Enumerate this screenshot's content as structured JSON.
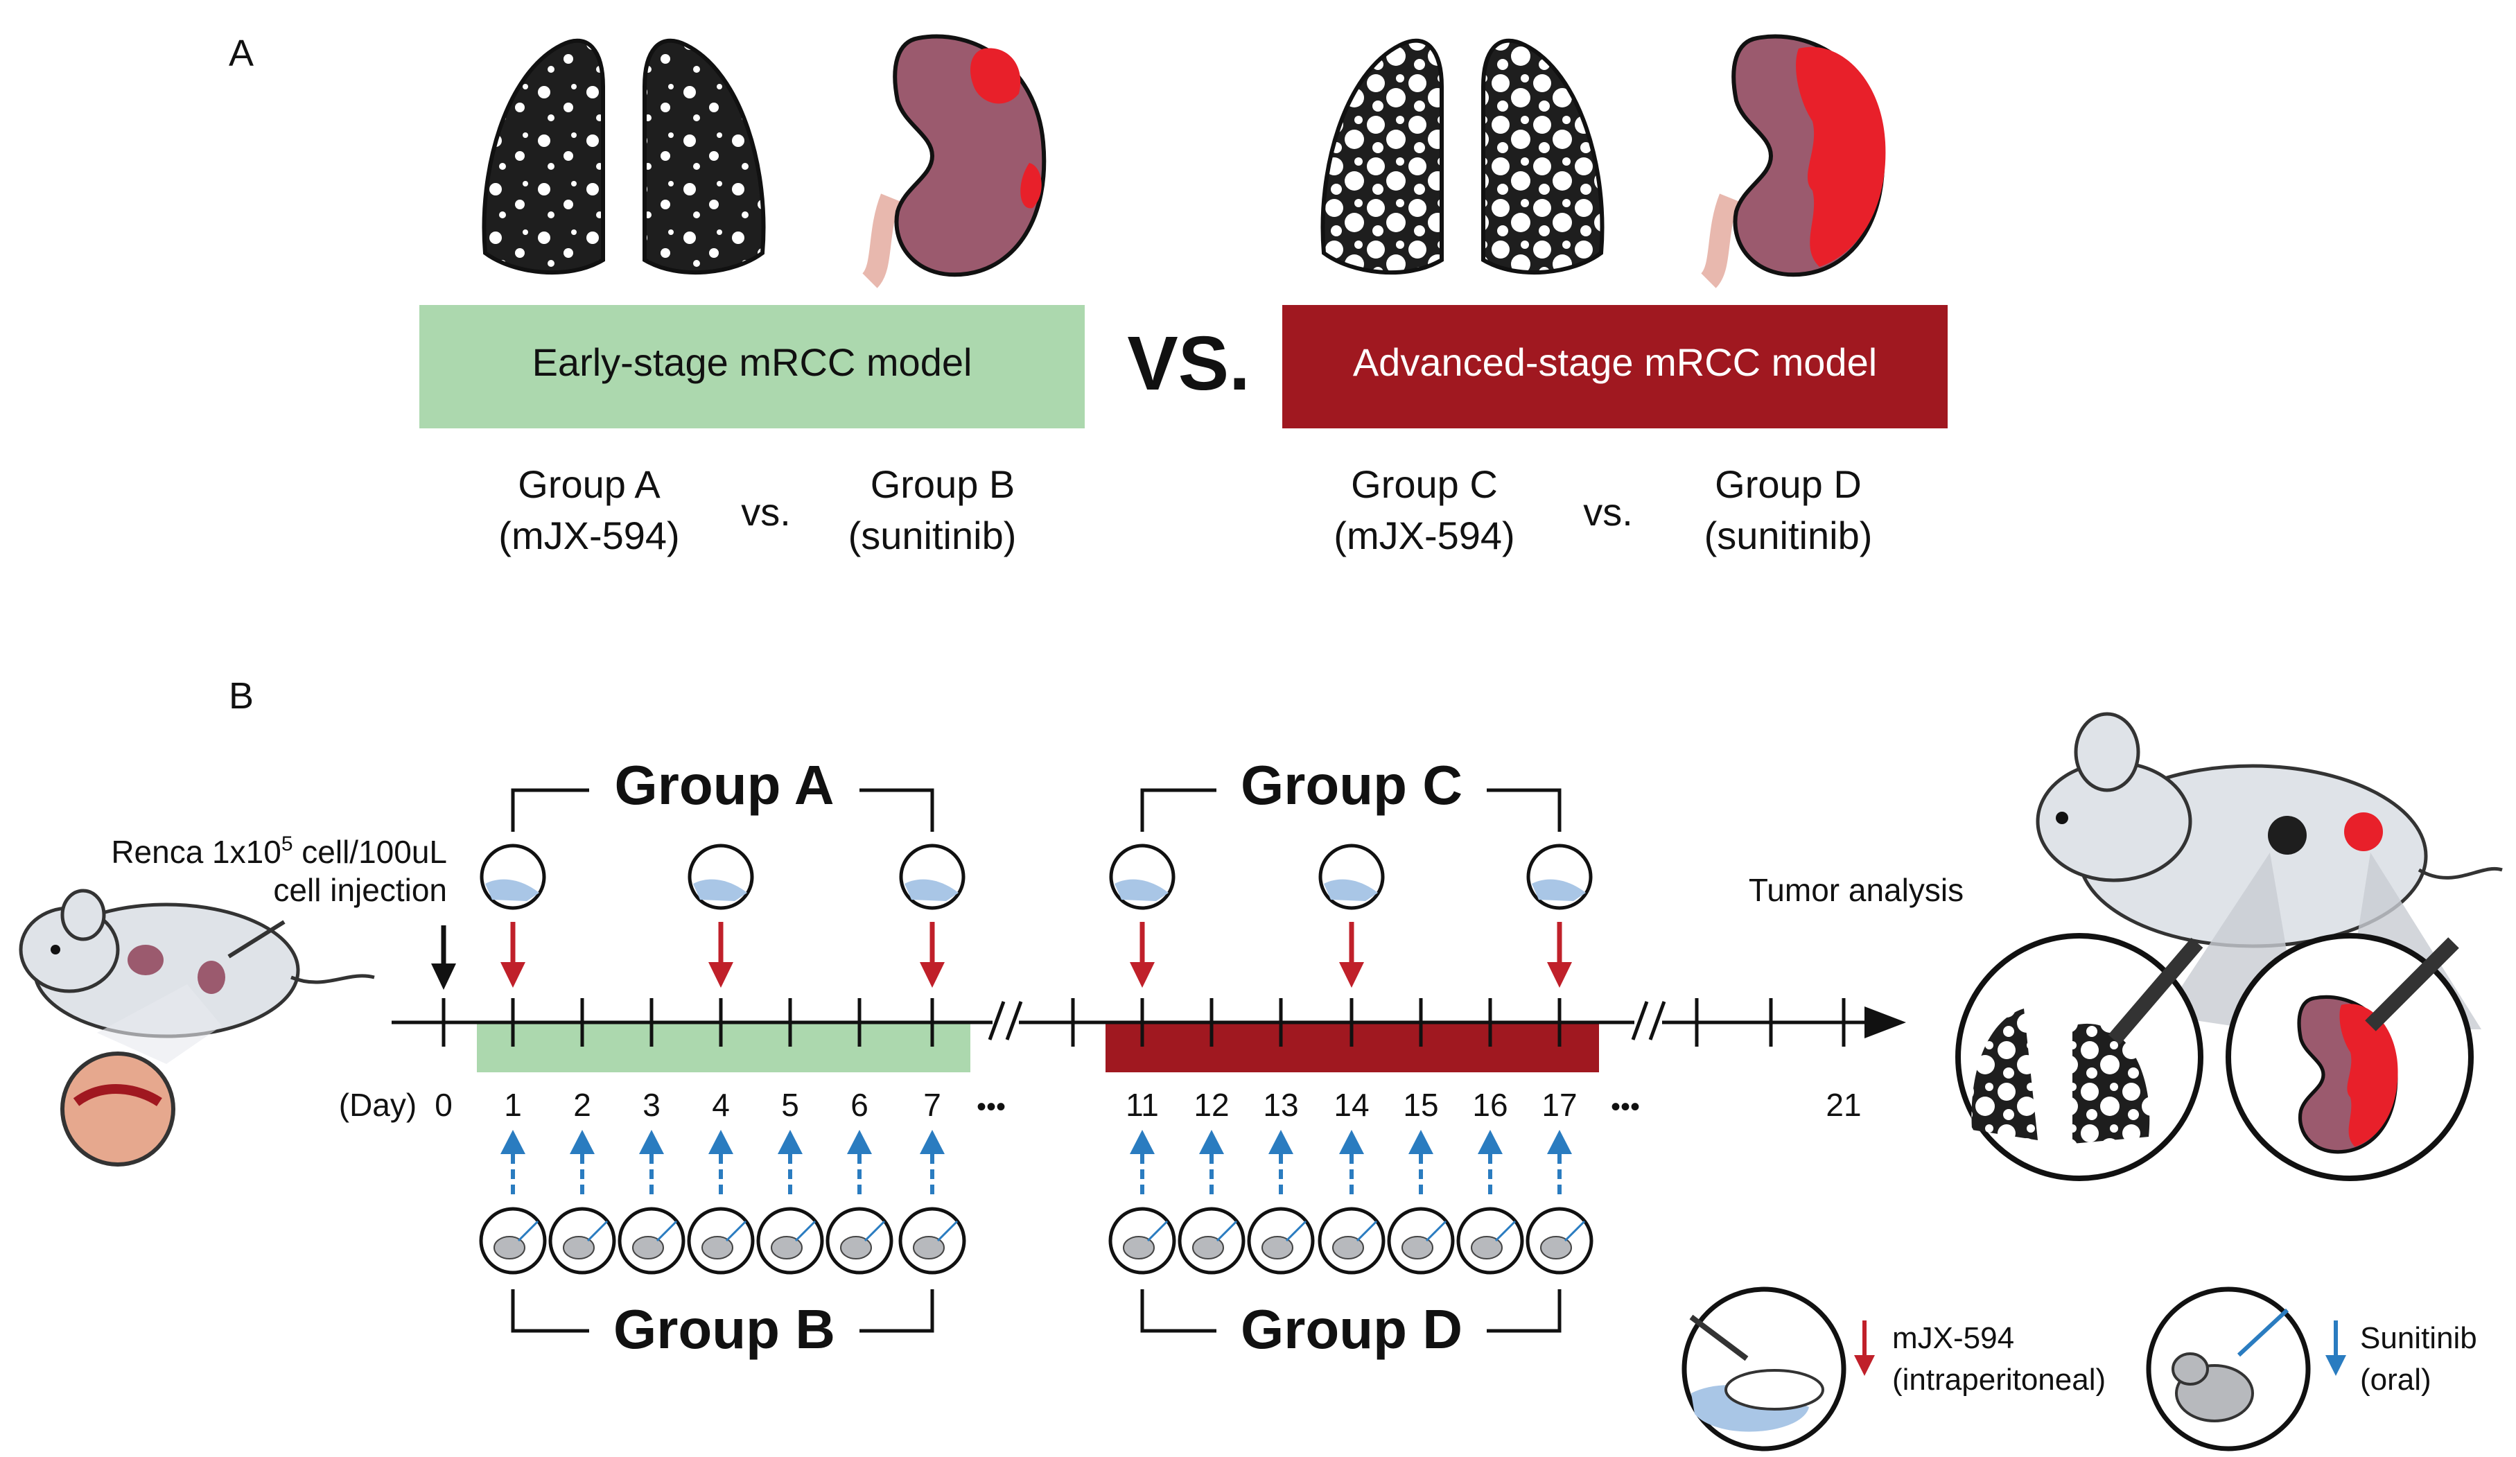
{
  "panels": {
    "a_label": "A",
    "b_label": "B"
  },
  "models": {
    "early": "Early-stage mRCC model",
    "advanced": "Advanced-stage mRCC model",
    "vs_big": "VS.",
    "early_color": "#acd8ae",
    "advanced_color": "#a01820"
  },
  "groups_a": {
    "group_a": "Group  A",
    "group_a_drug": "(mJX-594)",
    "vs1": "vs.",
    "group_b": "Group  B",
    "group_b_drug": "(sunitinib)",
    "group_c": "Group  C",
    "group_c_drug": "(mJX-594)",
    "vs2": "vs.",
    "group_d": "Group  D",
    "group_d_drug": "(sunitinib)"
  },
  "timeline": {
    "group_a_title": "Group A",
    "group_b_title": "Group B",
    "group_c_title": "Group C",
    "group_d_title": "Group D",
    "injection_line1": "Renca 1x10",
    "injection_sup": "5",
    "injection_line1b": " cell/100uL",
    "injection_line2": "cell injection",
    "tumor_analysis": "Tumor analysis",
    "day_label": "(Day)",
    "ellipsis": "•••",
    "days": [
      "0",
      "1",
      "2",
      "3",
      "4",
      "5",
      "6",
      "7",
      "11",
      "12",
      "13",
      "14",
      "15",
      "16",
      "17",
      "21"
    ]
  },
  "legend": {
    "mjx": "mJX-594",
    "mjx_route": "(intraperitoneal)",
    "sun": "Sunitinib",
    "sun_route": "(oral)",
    "red_arrow_color": "#c0202a",
    "blue_arrow_color": "#2a7cc0"
  }
}
